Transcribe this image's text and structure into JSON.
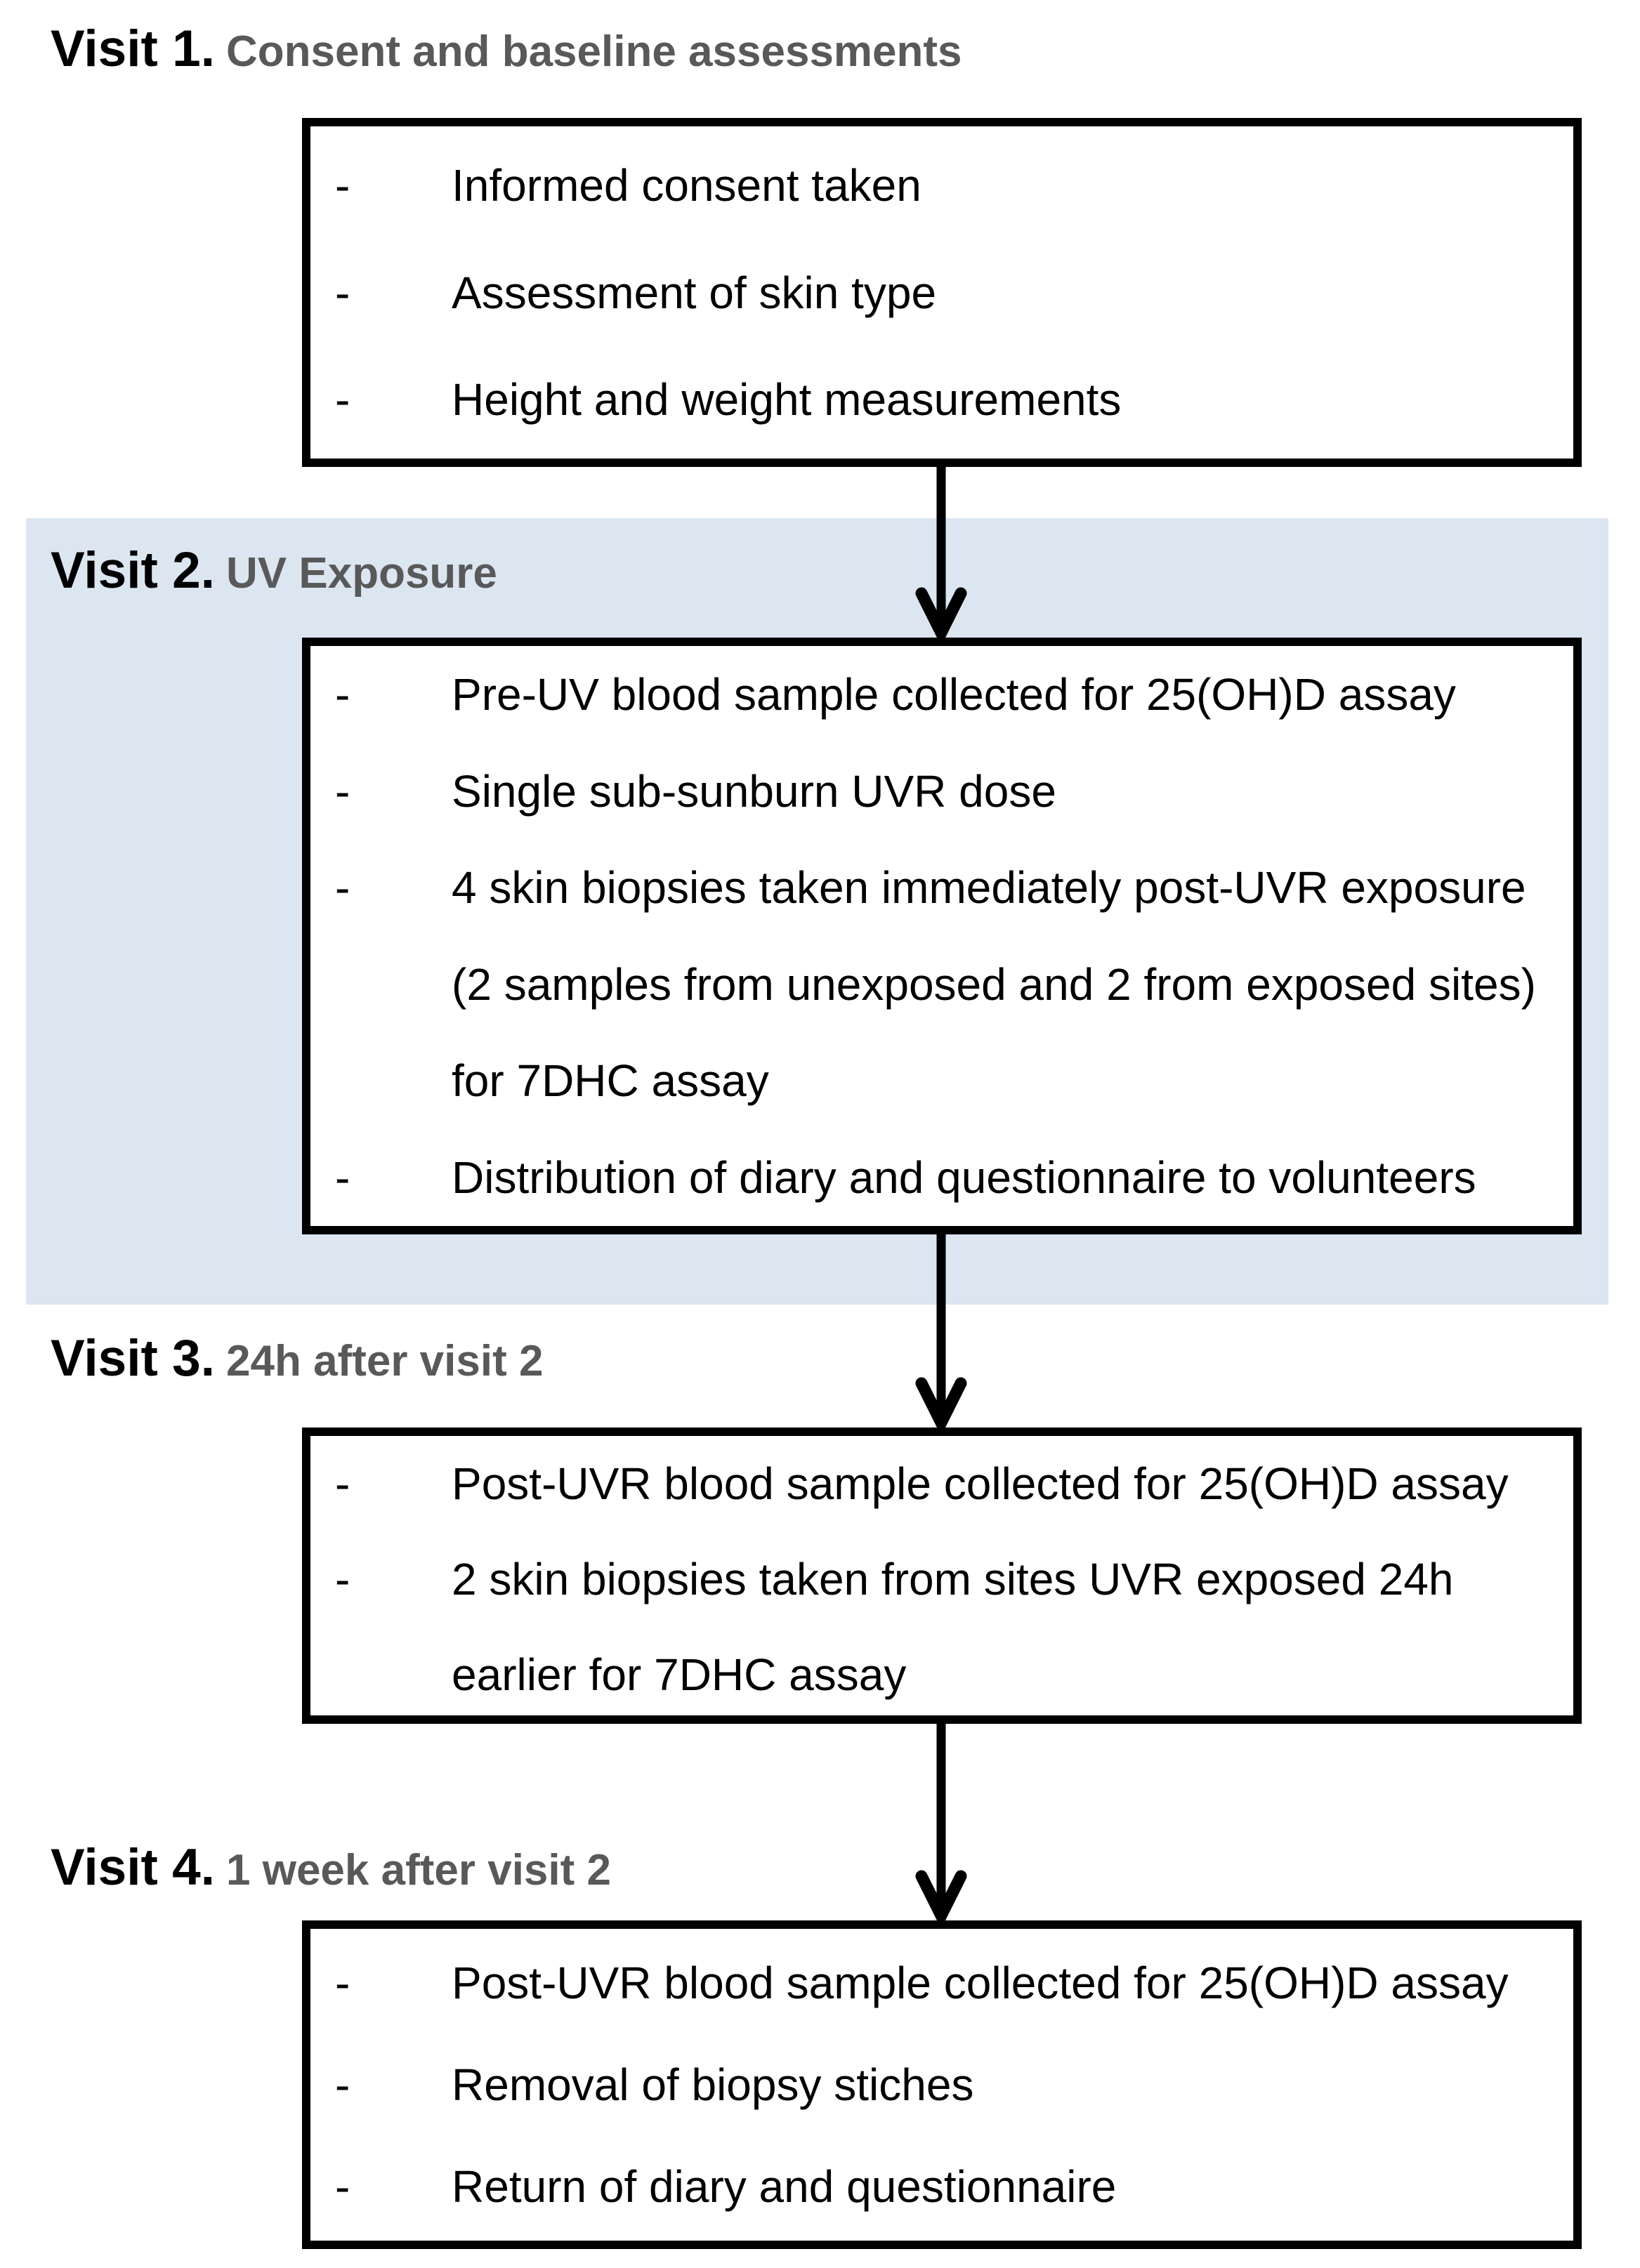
{
  "page": {
    "background_color": "#ffffff",
    "highlight_band_color": "#dce6f1",
    "heading_black_color": "#000000",
    "heading_gray_color": "#595959",
    "box_border_color": "#000000",
    "arrow_color": "#000000"
  },
  "bullet": "-",
  "sections": [
    {
      "visit": "Visit 1.",
      "subtitle": "Consent and baseline assessments",
      "highlighted": false,
      "items": [
        [
          "Informed consent taken"
        ],
        [
          "Assessment of skin type"
        ],
        [
          "Height and weight measurements"
        ]
      ]
    },
    {
      "visit": "Visit 2.",
      "subtitle": "UV Exposure",
      "highlighted": true,
      "items": [
        [
          "Pre-UV blood sample collected for 25(OH)D assay"
        ],
        [
          "Single sub-sunburn UVR dose"
        ],
        [
          "4 skin biopsies taken immediately post-UVR exposure",
          "(2 samples from unexposed and 2 from exposed sites)",
          "for 7DHC assay"
        ],
        [
          "Distribution of diary and questionnaire to volunteers"
        ]
      ]
    },
    {
      "visit": "Visit 3.",
      "subtitle": "24h after visit 2",
      "highlighted": false,
      "items": [
        [
          "Post-UVR blood sample collected for 25(OH)D assay"
        ],
        [
          "2 skin biopsies taken from sites UVR exposed 24h",
          "earlier for 7DHC assay"
        ]
      ]
    },
    {
      "visit": "Visit 4.",
      "subtitle": "1 week after visit 2",
      "highlighted": false,
      "items": [
        [
          "Post-UVR blood sample collected for 25(OH)D assay"
        ],
        [
          "Removal of biopsy stiches"
        ],
        [
          "Return of diary and questionnaire"
        ]
      ]
    }
  ]
}
